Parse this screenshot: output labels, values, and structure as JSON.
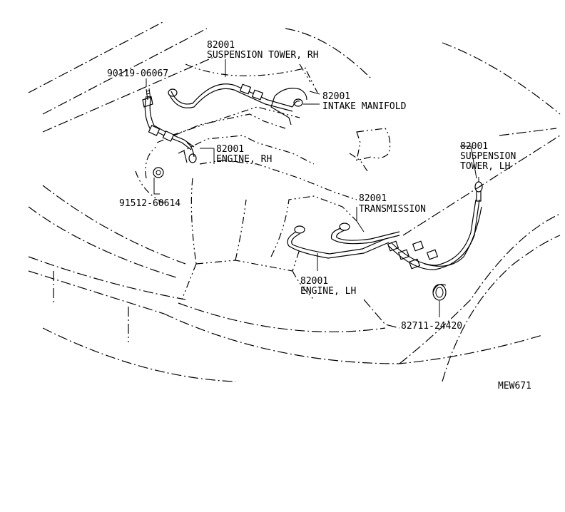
{
  "labels": {
    "susp_rh_part": "82001",
    "susp_rh_name": "SUSPENSION TOWER, RH",
    "bolt_part": "90119-06067",
    "intake_part": "82001",
    "intake_name": "INTAKE MANIFOLD",
    "engine_rh_part": "82001",
    "engine_rh_name": "ENGINE, RH",
    "nut_part": "91512-60614",
    "susp_lh_part": "82001",
    "susp_lh_name1": "SUSPENSION",
    "susp_lh_name2": "TOWER, LH",
    "trans_part": "82001",
    "trans_name": "TRANSMISSION",
    "engine_lh_part": "82001",
    "engine_lh_name": "ENGINE, LH",
    "clamp_part": "82711-24420",
    "diagram_code": "MEW671"
  }
}
